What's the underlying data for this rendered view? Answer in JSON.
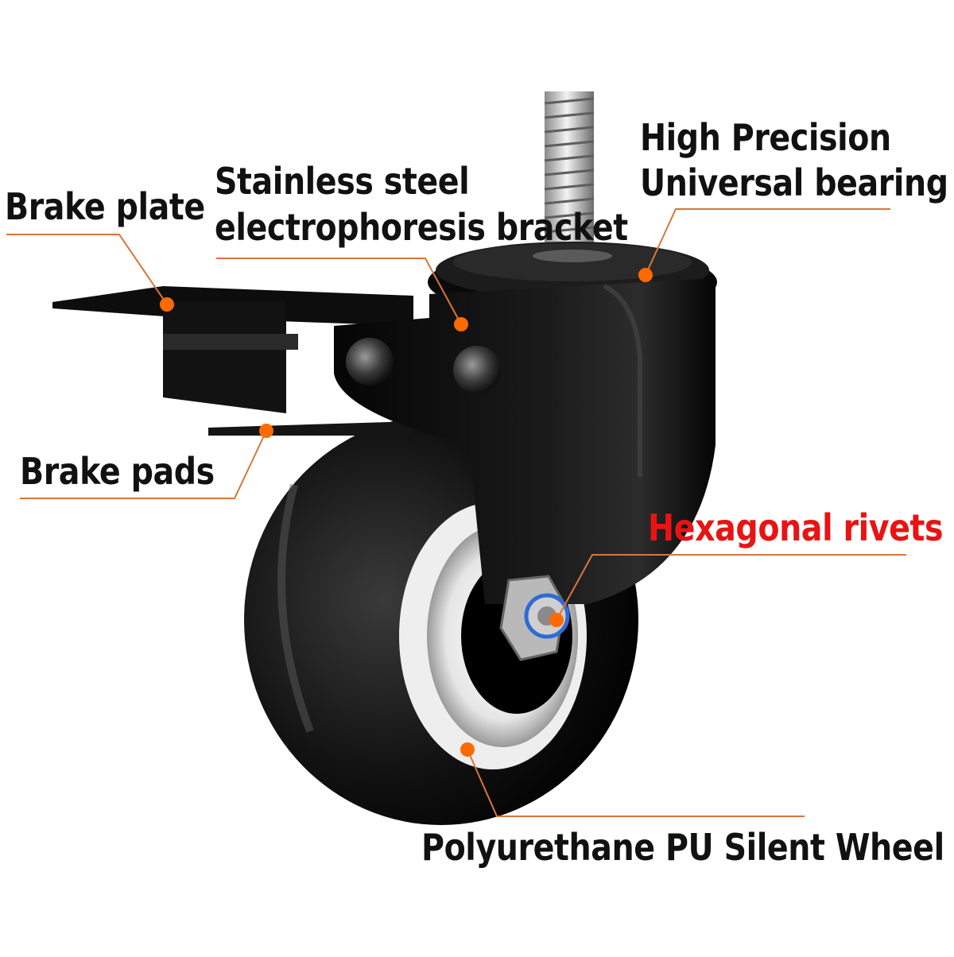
{
  "labels": {
    "brake_plate": "Brake plate",
    "bracket_line1": "Stainless steel",
    "bracket_line2": "electrophoresis bracket",
    "bearing_line1": "High Precision",
    "bearing_line2": "Universal bearing",
    "brake_pads": "Brake pads",
    "rivets": "Hexagonal rivets",
    "wheel": "Polyurethane PU Silent Wheel"
  },
  "colors": {
    "callout_dot": "#ff6a00",
    "callout_line": "#d9763a",
    "label_text": "#111111",
    "highlight_text": "#e81414",
    "caster_body": "#0b0b0b"
  }
}
